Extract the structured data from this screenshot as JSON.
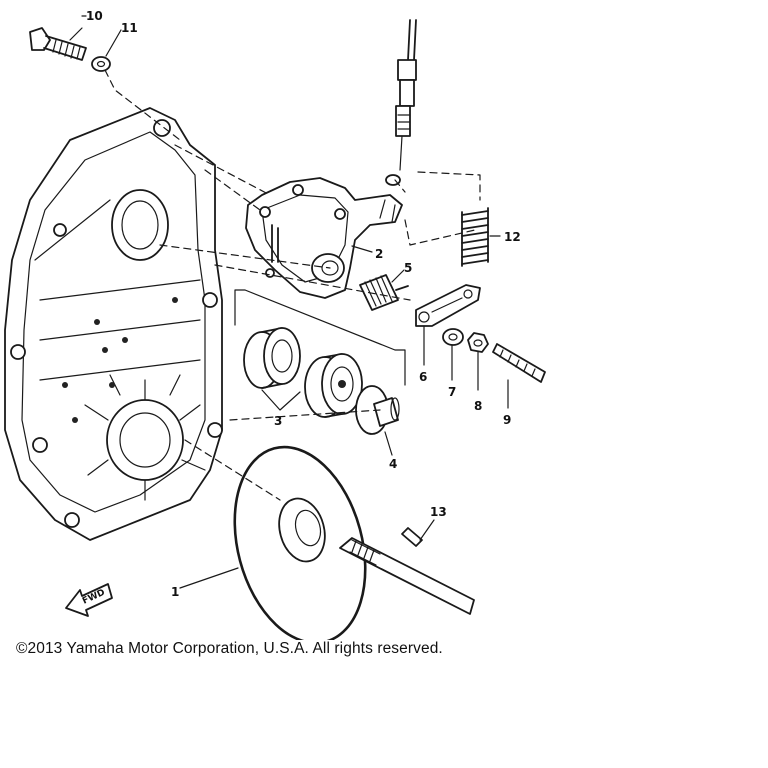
{
  "callouts": [
    "1",
    "2",
    "3",
    "4",
    "5",
    "6",
    "7",
    "8",
    "9",
    "10",
    "11",
    "12",
    "13"
  ],
  "fwd_label": "FWD",
  "copyright": "©2013 Yamaha Motor Corporation, U.S.A. All rights reserved."
}
